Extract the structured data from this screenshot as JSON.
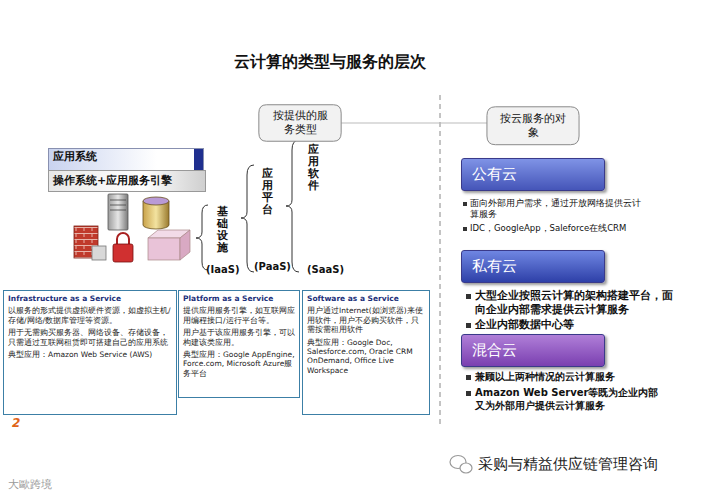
{
  "diagram": {
    "title": "云计算的类型与服务的层次",
    "nodes": [
      {
        "text": [
          "应用系统"
        ]
      },
      {
        "text": [
          "操作系统+应用服务引擎"
        ]
      },
      {
        "text": [
          "按提供的服务类型"
        ]
      },
      {
        "text": [
          "按云服务的对象"
        ]
      },
      {
        "text": [
          "Infrastructure as a Service",
          "以服务的形式提供虚拟硬件资源，如虚拟主机/存储/网络/数据库管理等资源。",
          "用于无需购买服务器、网络设备、存储设备，只需通过互联网租赁即可搭建自己的应用系统",
          "典型应用：Amazon Web Service (AWS)"
        ]
      },
      {
        "text": [
          "Platform as a Service",
          "提供应用服务引擎，如互联网应用编程接口/运行平台等。",
          "用户基于该应用服务引擎，可以构建该类应用。",
          "典型应用：Google AppEngine, Force.com, Microsoft Azure服务平台"
        ]
      },
      {
        "text": [
          "Software as a Service",
          "用户通过Internet(如浏览器)来使用软件，用户不必购买软件，只需按需租用软件",
          "典型应用：Google Doc, Salesforce.com, Oracle CRM OnDemand, Office Live Workspace"
        ]
      },
      {
        "text": [
          "公有云"
        ]
      },
      {
        "text": [
          "私有云"
        ]
      },
      {
        "text": [
          "混合云"
        ]
      }
    ],
    "labels": [
      "基础设施",
      "(IaaS)",
      "应用平台",
      "(PaaS)",
      "应用软件",
      "(SaaS)",
      "面向外部用户需求，通过开放网络提供云计算服务",
      "IDC，GoogleApp，Saleforce在线CRM",
      "大型企业按照云计算的架构搭建平台，面向企业内部需求提供云计算服务",
      "企业内部数据中心等",
      "兼顾以上两种情况的云计算服务",
      "Amazon Web Server等既为企业内部 又为外部用户提供云计算服务",
      "2",
      "大歐跨境",
      "采购与精益供应链管理咨询"
    ]
  }
}
